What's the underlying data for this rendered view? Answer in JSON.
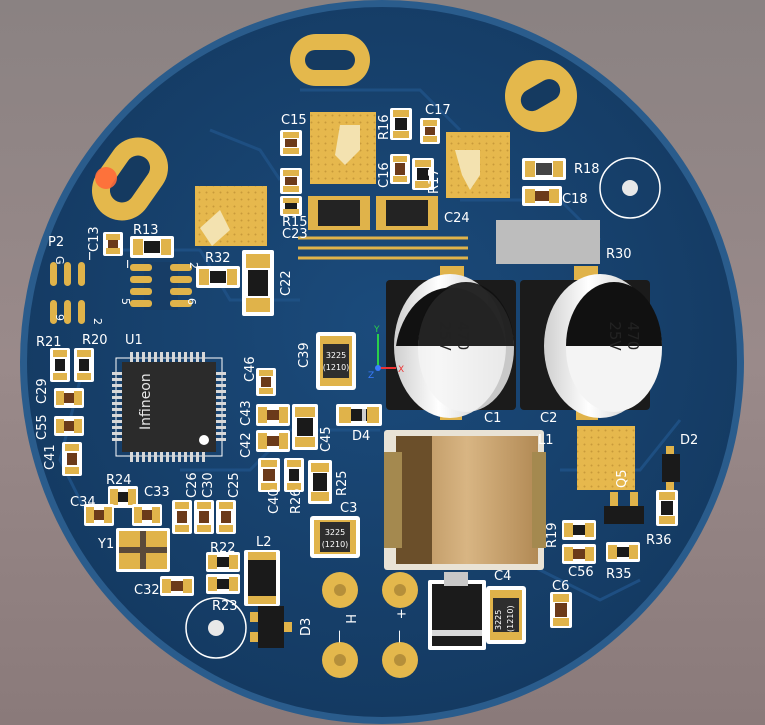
{
  "board": {
    "brand_marking": "Infineon",
    "colors": {
      "board": "#17406b",
      "board_edge": "#2a5c8c",
      "pad": "#e0b34a",
      "silk": "#ffffff",
      "background": "#8e8484"
    }
  },
  "labels": {
    "p2": "P2",
    "c13": "C13",
    "r13": "R13",
    "c15": "C15",
    "r16": "R16",
    "c17": "C17",
    "c16": "C16",
    "r17": "R17",
    "r15": "R15",
    "c23": "C23",
    "c24": "C24",
    "r18": "R18",
    "c18": "C18",
    "r32": "R32",
    "c22": "C22",
    "r30": "R30",
    "r21": "R21",
    "r20": "R20",
    "u1": "U1",
    "c39": "C39",
    "c29": "C29",
    "c55": "C55",
    "c41": "C41",
    "c46": "C46",
    "c43": "C43",
    "c42": "C42",
    "c45": "C45",
    "d4": "D4",
    "c1": "C1",
    "c2": "C2",
    "l1": "L1",
    "d2": "D2",
    "r24": "R24",
    "c33": "C33",
    "c34": "C34",
    "c26": "C26",
    "c30": "C30",
    "c25": "C25",
    "c40": "C40",
    "r26": "R26",
    "r25": "R25",
    "q5": "Q5",
    "y1": "Y1",
    "c3": "C3",
    "r19": "R19",
    "c56": "C56",
    "r35": "R35",
    "r36": "R36",
    "r22": "R22",
    "l2": "L2",
    "c32": "C32",
    "r23": "R23",
    "d3": "D3",
    "c4": "C4",
    "c6": "C6",
    "h": "H",
    "plus": "+",
    "minus": "—",
    "dash": "—",
    "pin_i": "I",
    "pin_g": "G",
    "pin_2": "2",
    "pin_5": "5",
    "pin_6": "6",
    "pin_9": "9",
    "pin_i2": "I",
    "pin_2b": "2"
  },
  "caps": {
    "c1": {
      "value": "470",
      "voltage": "25V"
    },
    "c2": {
      "value": "470",
      "voltage": "25V"
    }
  },
  "ceramic": {
    "c39": {
      "size": "3225",
      "code": "(1210)"
    },
    "c3": {
      "size": "3225",
      "code": "(1210)"
    },
    "c4": {
      "size": "3225",
      "code": "(1210)"
    }
  },
  "axes": {
    "x": "X",
    "y": "Y",
    "z": "Z"
  }
}
